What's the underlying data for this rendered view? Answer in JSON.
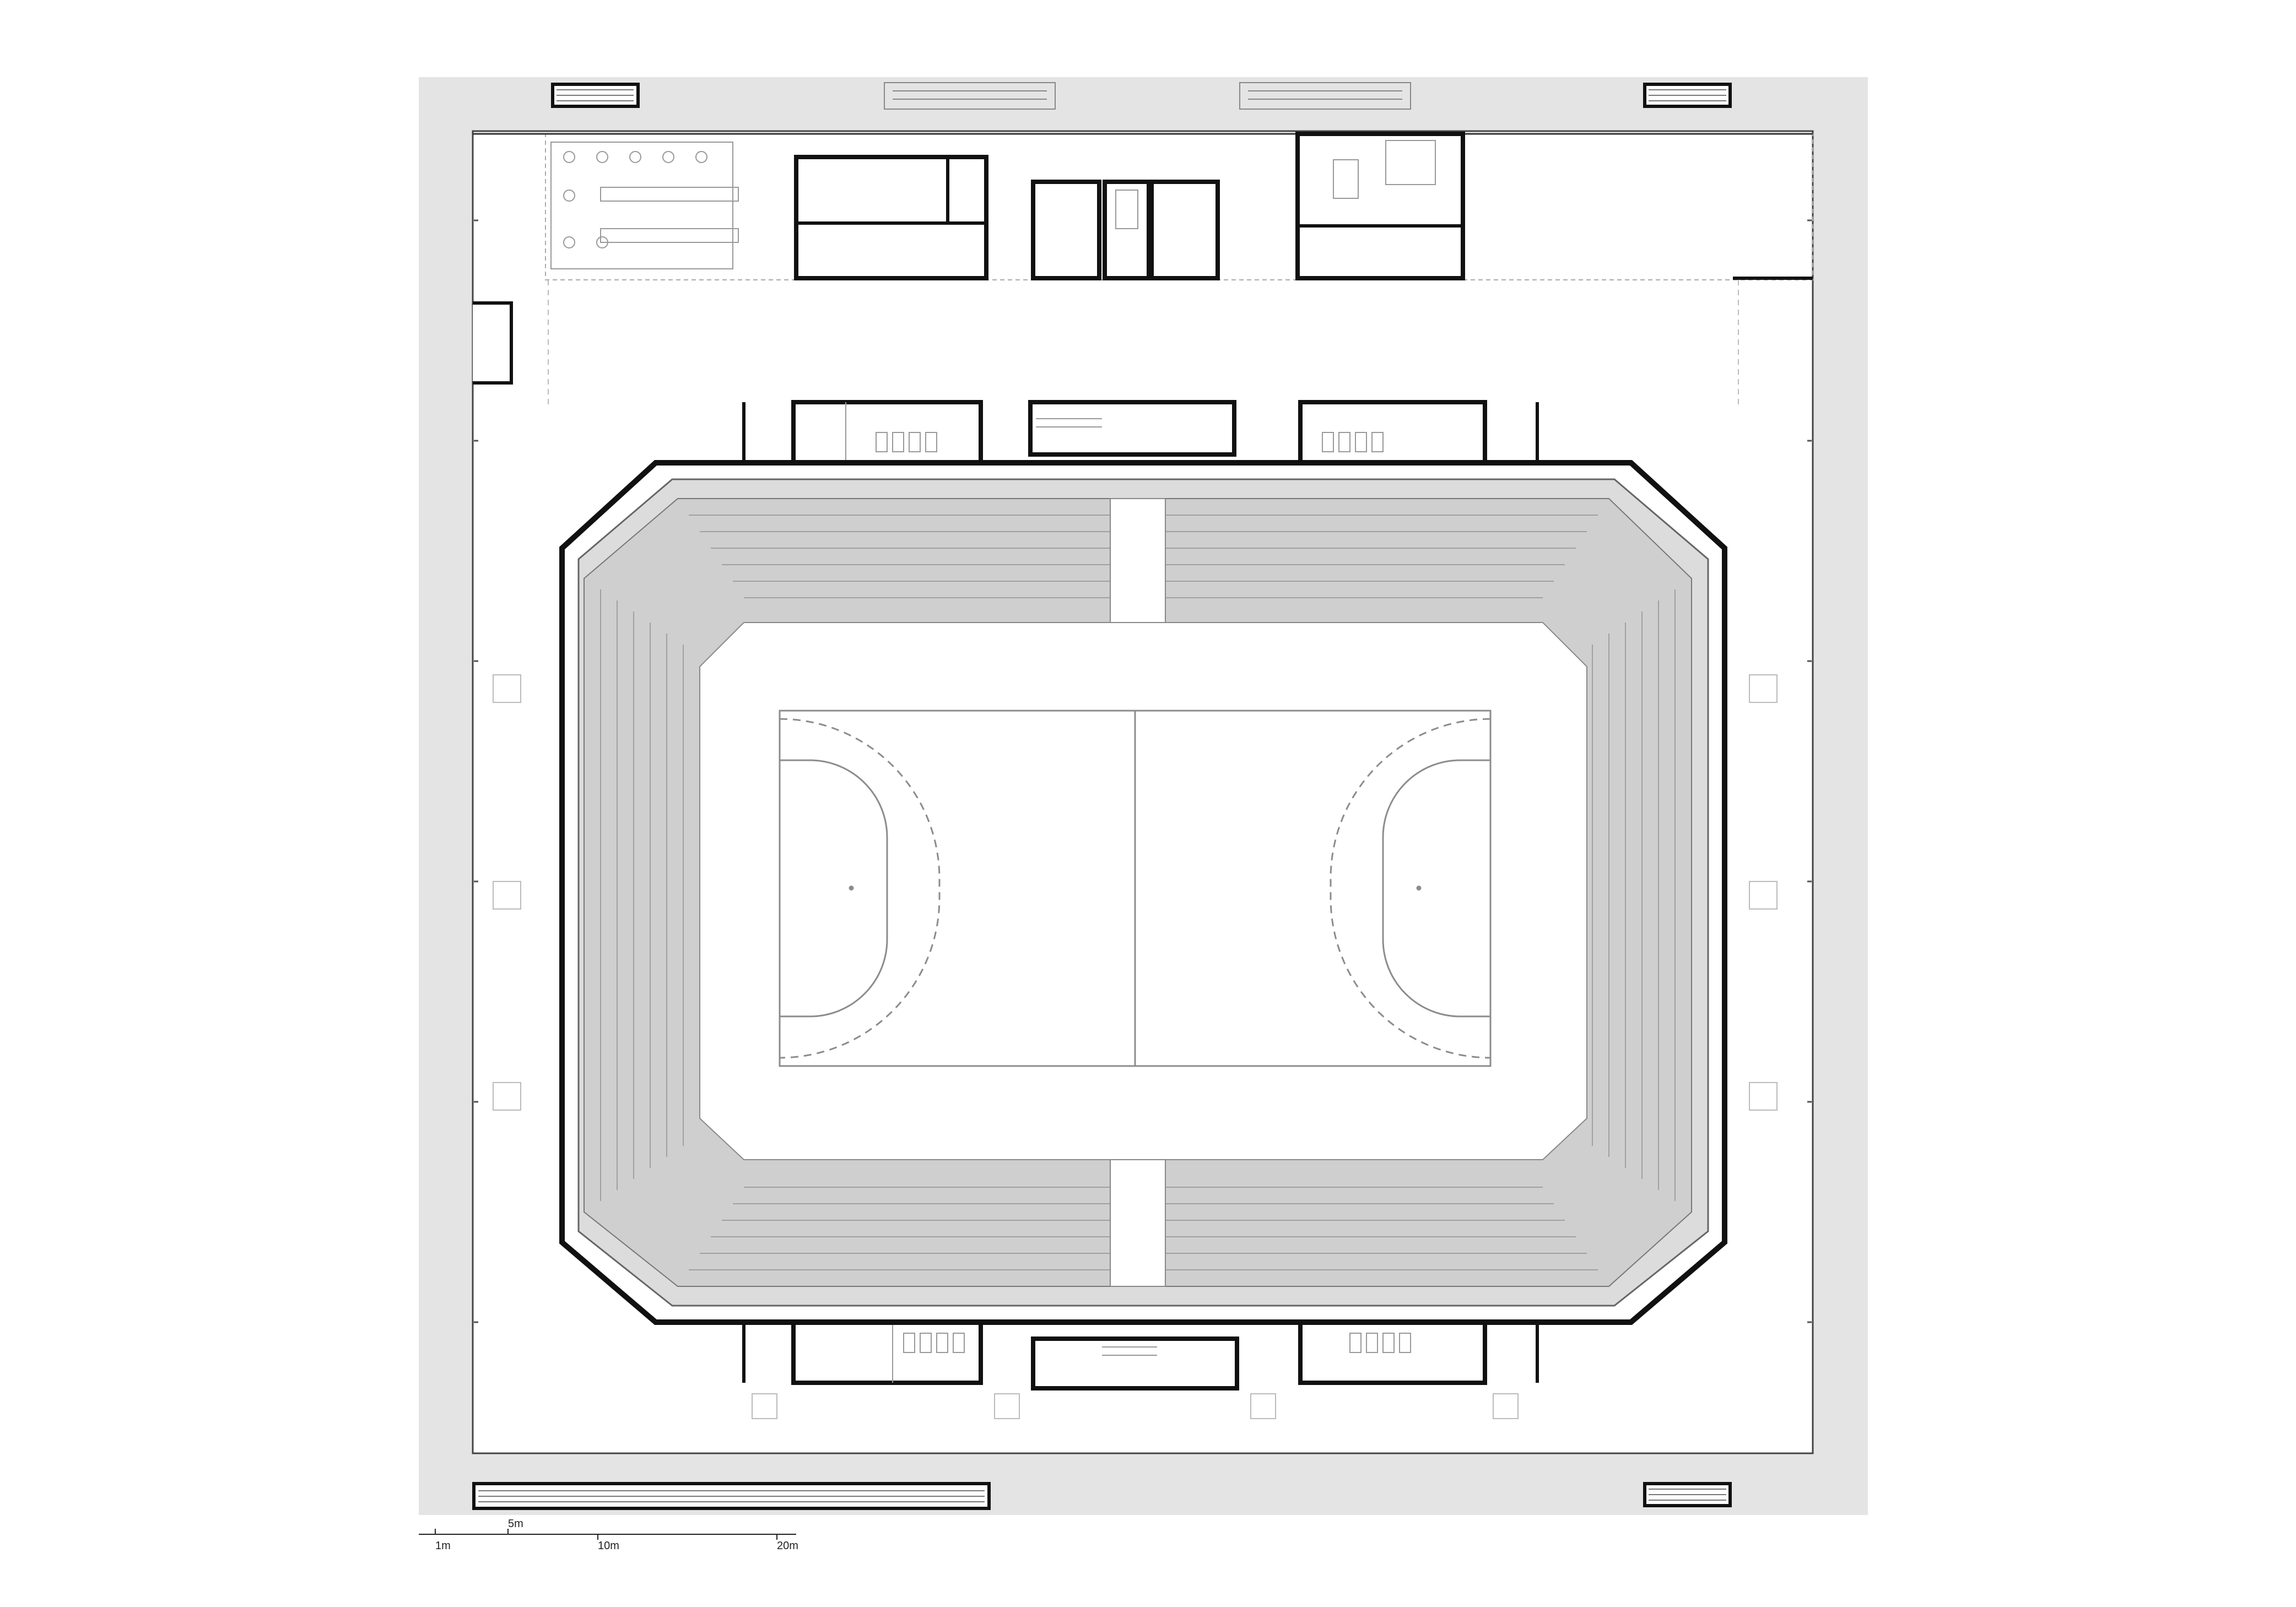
{
  "scale_bar": {
    "labels": [
      "1m",
      "5m",
      "10m",
      "20m"
    ],
    "positions_m": [
      1,
      5,
      10,
      20
    ]
  },
  "colors": {
    "background": "#ffffff",
    "ground_band": "#e4e4e4",
    "tribune_fill": "#cfcfcf",
    "wall_line": "#111111",
    "fine_line": "#9a9a9a",
    "court_line": "#8c8c8c"
  }
}
